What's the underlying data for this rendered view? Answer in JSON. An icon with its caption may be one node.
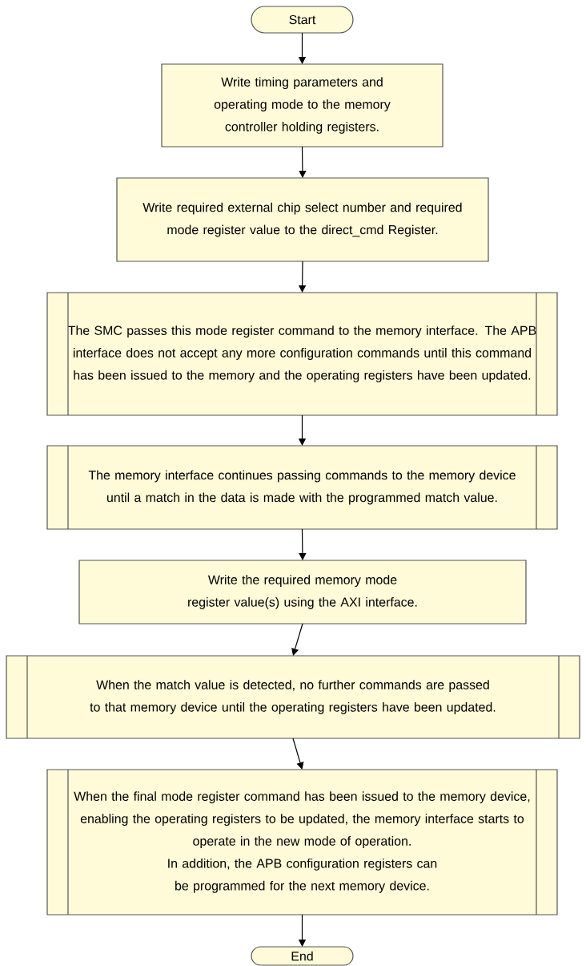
{
  "diagram": {
    "nodes": [
      {
        "text": [
          "Start"
        ]
      },
      {
        "text": [
          "Write timing parameters and operating mode to the memory controller holding registers."
        ]
      },
      {
        "text": [
          "Write required external chip select number and required mode register value to the direct_cmd Register."
        ]
      },
      {
        "text": [
          "The SMC passes this mode register command to the memory interface. The APB interface does not accept any more configuration commands until this command has been issued to the memory and the operating registers have been updated."
        ]
      },
      {
        "text": [
          "The memory interface continues passing commands to the memory device until a match in the data is made with the programmed match value."
        ]
      },
      {
        "text": [
          "Write the required memory mode register value(s) using the AXI interface."
        ]
      },
      {
        "text": [
          "When the match value is detected, no further commands are passed to that memory device until the operating registers have been updated."
        ]
      },
      {
        "text": [
          "When the final mode register command has been issued to the memory device, enabling the operating registers to be updated, the memory interface starts to operate in the new mode of operation.",
          "In addition, the APB configuration registers can be programmed for the next memory device."
        ]
      },
      {
        "text": [
          "End"
        ]
      }
    ],
    "edges": [
      {
        "from": 0,
        "to": 1,
        "arrow": "to"
      },
      {
        "from": 1,
        "to": 2,
        "arrow": "to"
      },
      {
        "from": 2,
        "to": 3,
        "arrow": "to"
      },
      {
        "from": 3,
        "to": 4,
        "arrow": "to"
      },
      {
        "from": 4,
        "to": 5,
        "arrow": "to"
      },
      {
        "from": 5,
        "to": 6,
        "arrow": "to"
      },
      {
        "from": 6,
        "to": 7,
        "arrow": "to"
      },
      {
        "from": 7,
        "to": 8,
        "arrow": "to"
      }
    ]
  }
}
